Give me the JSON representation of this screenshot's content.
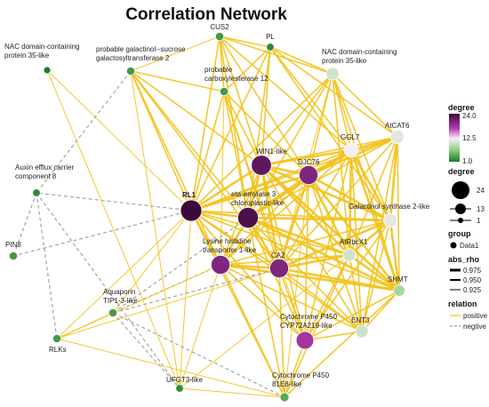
{
  "title": "Correlation Network",
  "nodes": [
    {
      "id": "CUS2",
      "label": "CUS2",
      "degree": 3
    },
    {
      "id": "PL",
      "label": "PL",
      "degree": 2
    },
    {
      "id": "NAC1",
      "label": "NAC domain-containing protein 35-like",
      "degree": 1
    },
    {
      "id": "GOLS",
      "label": "probable galactinol--sucrose galactosyltransferase 2",
      "degree": 3
    },
    {
      "id": "PCE12",
      "label": "probable carboxylesterase 12",
      "degree": 3
    },
    {
      "id": "NAC2",
      "label": "NAC domain-containing protein 35-like",
      "degree": 10
    },
    {
      "id": "ATCAT6",
      "label": "AtCAT6",
      "degree": 11
    },
    {
      "id": "GGL7",
      "label": "GGL7",
      "degree": 12
    },
    {
      "id": "WIN1",
      "label": "WIN1-like",
      "degree": 22
    },
    {
      "id": "DJC76",
      "label": "DJC76",
      "degree": 20
    },
    {
      "id": "AEC8",
      "label": "Auxin efflux carrier component 8",
      "degree": 2
    },
    {
      "id": "RL1",
      "label": "RL1",
      "degree": 24
    },
    {
      "id": "BAM3",
      "label": "eta-amylase 3 chloroplastic-like",
      "degree": 23
    },
    {
      "id": "GALS2",
      "label": "Galactinol synthase 2-like",
      "degree": 11
    },
    {
      "id": "PIN8",
      "label": "PIN8",
      "degree": 3
    },
    {
      "id": "LHT1",
      "label": "Lysine histidine transporter 1-like",
      "degree": 20
    },
    {
      "id": "CA2",
      "label": "CA2",
      "degree": 20
    },
    {
      "id": "ATRBCX1",
      "label": "AtRbcX1",
      "degree": 10
    },
    {
      "id": "SHMT",
      "label": "SHMT",
      "degree": 8
    },
    {
      "id": "TIP13",
      "label": "Aquaporin TIP1-3-like",
      "degree": 3
    },
    {
      "id": "CYP72A219",
      "label": "Cytochrome P450 CYP72A219-like",
      "degree": 18
    },
    {
      "id": "ENT3",
      "label": "ENT3",
      "degree": 10
    },
    {
      "id": "RLKS",
      "label": "RLKs",
      "degree": 3
    },
    {
      "id": "UFGT3",
      "label": "UFGT3-like",
      "degree": 2
    },
    {
      "id": "CYP81E8",
      "label": "Cytochrome P450 81E8-like",
      "degree": 4
    }
  ],
  "edges": [
    {
      "source": "RL1",
      "target": "CUS2",
      "relation": "positive",
      "abs_rho": 0.95
    },
    {
      "source": "RL1",
      "target": "PL",
      "relation": "positive",
      "abs_rho": 0.95
    },
    {
      "source": "RL1",
      "target": "GOLS",
      "relation": "positive",
      "abs_rho": 0.95
    },
    {
      "source": "RL1",
      "target": "PCE12",
      "relation": "positive",
      "abs_rho": 0.95
    },
    {
      "source": "RL1",
      "target": "NAC2",
      "relation": "positive",
      "abs_rho": 0.95
    },
    {
      "source": "RL1",
      "target": "ATCAT6",
      "relation": "positive",
      "abs_rho": 0.95
    },
    {
      "source": "RL1",
      "target": "GGL7",
      "relation": "positive",
      "abs_rho": 0.95
    },
    {
      "source": "RL1",
      "target": "WIN1",
      "relation": "positive",
      "abs_rho": 0.975
    },
    {
      "source": "RL1",
      "target": "DJC76",
      "relation": "positive",
      "abs_rho": 0.975
    },
    {
      "source": "RL1",
      "target": "BAM3",
      "relation": "positive",
      "abs_rho": 0.975
    },
    {
      "source": "RL1",
      "target": "GALS2",
      "relation": "positive",
      "abs_rho": 0.95
    },
    {
      "source": "RL1",
      "target": "LHT1",
      "relation": "positive",
      "abs_rho": 0.975
    },
    {
      "source": "RL1",
      "target": "CA2",
      "relation": "positive",
      "abs_rho": 0.95
    },
    {
      "source": "RL1",
      "target": "ATRBCX1",
      "relation": "positive",
      "abs_rho": 0.95
    },
    {
      "source": "RL1",
      "target": "SHMT",
      "relation": "positive",
      "abs_rho": 0.95
    },
    {
      "source": "RL1",
      "target": "ENT3",
      "relation": "positive",
      "abs_rho": 0.95
    },
    {
      "source": "RL1",
      "target": "CYP72A219",
      "relation": "positive",
      "abs_rho": 0.95
    },
    {
      "source": "RL1",
      "target": "CYP81E8",
      "relation": "positive",
      "abs_rho": 0.95
    },
    {
      "source": "RL1",
      "target": "NAC1",
      "relation": "positive",
      "abs_rho": 0.925
    },
    {
      "source": "RL1",
      "target": "PIN8",
      "relation": "negtive",
      "abs_rho": 0.925
    },
    {
      "source": "RL1",
      "target": "AEC8",
      "relation": "negtive",
      "abs_rho": 0.925
    },
    {
      "source": "RL1",
      "target": "TIP13",
      "relation": "positive",
      "abs_rho": 0.925
    },
    {
      "source": "RL1",
      "target": "UFGT3",
      "relation": "positive",
      "abs_rho": 0.925
    },
    {
      "source": "RL1",
      "target": "RLKS",
      "relation": "positive",
      "abs_rho": 0.925
    },
    {
      "source": "BAM3",
      "target": "CUS2",
      "relation": "positive",
      "abs_rho": 0.95
    },
    {
      "source": "BAM3",
      "target": "PL",
      "relation": "positive",
      "abs_rho": 0.95
    },
    {
      "source": "BAM3",
      "target": "GOLS",
      "relation": "positive",
      "abs_rho": 0.95
    },
    {
      "source": "BAM3",
      "target": "PCE12",
      "relation": "positive",
      "abs_rho": 0.95
    },
    {
      "source": "BAM3",
      "target": "NAC2",
      "relation": "positive",
      "abs_rho": 0.95
    },
    {
      "source": "BAM3",
      "target": "ATCAT6",
      "relation": "positive",
      "abs_rho": 0.95
    },
    {
      "source": "BAM3",
      "target": "GGL7",
      "relation": "positive",
      "abs_rho": 0.975
    },
    {
      "source": "BAM3",
      "target": "WIN1",
      "relation": "positive",
      "abs_rho": 0.975
    },
    {
      "source": "BAM3",
      "target": "DJC76",
      "relation": "positive",
      "abs_rho": 0.975
    },
    {
      "source": "BAM3",
      "target": "GALS2",
      "relation": "positive",
      "abs_rho": 0.975
    },
    {
      "source": "BAM3",
      "target": "LHT1",
      "relation": "positive",
      "abs_rho": 0.975
    },
    {
      "source": "BAM3",
      "target": "CA2",
      "relation": "positive",
      "abs_rho": 0.975
    },
    {
      "source": "BAM3",
      "target": "ATRBCX1",
      "relation": "positive",
      "abs_rho": 0.975
    },
    {
      "source": "BAM3",
      "target": "SHMT",
      "relation": "positive",
      "abs_rho": 0.975
    },
    {
      "source": "BAM3",
      "target": "ENT3",
      "relation": "positive",
      "abs_rho": 0.95
    },
    {
      "source": "BAM3",
      "target": "CYP72A219",
      "relation": "positive",
      "abs_rho": 0.95
    },
    {
      "source": "BAM3",
      "target": "CYP81E8",
      "relation": "positive",
      "abs_rho": 0.95
    },
    {
      "source": "BAM3",
      "target": "TIP13",
      "relation": "negtive",
      "abs_rho": 0.925
    },
    {
      "source": "WIN1",
      "target": "CUS2",
      "relation": "positive",
      "abs_rho": 0.95
    },
    {
      "source": "WIN1",
      "target": "PL",
      "relation": "positive",
      "abs_rho": 0.95
    },
    {
      "source": "WIN1",
      "target": "NAC2",
      "relation": "positive",
      "abs_rho": 0.95
    },
    {
      "source": "WIN1",
      "target": "ATCAT6",
      "relation": "positive",
      "abs_rho": 0.95
    },
    {
      "source": "WIN1",
      "target": "GGL7",
      "relation": "positive",
      "abs_rho": 0.975
    },
    {
      "source": "WIN1",
      "target": "DJC76",
      "relation": "positive",
      "abs_rho": 0.975
    },
    {
      "source": "WIN1",
      "target": "GALS2",
      "relation": "positive",
      "abs_rho": 0.975
    },
    {
      "source": "WIN1",
      "target": "LHT1",
      "relation": "positive",
      "abs_rho": 0.95
    },
    {
      "source": "WIN1",
      "target": "CA2",
      "relation": "positive",
      "abs_rho": 0.975
    },
    {
      "source": "WIN1",
      "target": "ATRBCX1",
      "relation": "positive",
      "abs_rho": 0.975
    },
    {
      "source": "WIN1",
      "target": "SHMT",
      "relation": "positive",
      "abs_rho": 0.975
    },
    {
      "source": "WIN1",
      "target": "ENT3",
      "relation": "positive",
      "abs_rho": 0.95
    },
    {
      "source": "WIN1",
      "target": "CYP72A219",
      "relation": "positive",
      "abs_rho": 0.95
    },
    {
      "source": "DJC76",
      "target": "CUS2",
      "relation": "positive",
      "abs_rho": 0.95
    },
    {
      "source": "DJC76",
      "target": "NAC2",
      "relation": "positive",
      "abs_rho": 0.95
    },
    {
      "source": "DJC76",
      "target": "ATCAT6",
      "relation": "positive",
      "abs_rho": 0.975
    },
    {
      "source": "DJC76",
      "target": "GGL7",
      "relation": "positive",
      "abs_rho": 0.975
    },
    {
      "source": "DJC76",
      "target": "GALS2",
      "relation": "positive",
      "abs_rho": 0.975
    },
    {
      "source": "DJC76",
      "target": "LHT1",
      "relation": "positive",
      "abs_rho": 0.95
    },
    {
      "source": "DJC76",
      "target": "CA2",
      "relation": "positive",
      "abs_rho": 0.975
    },
    {
      "source": "DJC76",
      "target": "ATRBCX1",
      "relation": "positive",
      "abs_rho": 0.975
    },
    {
      "source": "DJC76",
      "target": "SHMT",
      "relation": "positive",
      "abs_rho": 0.975
    },
    {
      "source": "DJC76",
      "target": "ENT3",
      "relation": "positive",
      "abs_rho": 0.95
    },
    {
      "source": "DJC76",
      "target": "CYP72A219",
      "relation": "positive",
      "abs_rho": 0.95
    },
    {
      "source": "DJC76",
      "target": "CYP81E8",
      "relation": "positive",
      "abs_rho": 0.925
    },
    {
      "source": "LHT1",
      "target": "CA2",
      "relation": "positive",
      "abs_rho": 0.975
    },
    {
      "source": "LHT1",
      "target": "ATRBCX1",
      "relation": "positive",
      "abs_rho": 0.95
    },
    {
      "source": "LHT1",
      "target": "SHMT",
      "relation": "positive",
      "abs_rho": 0.975
    },
    {
      "source": "LHT1",
      "target": "ENT3",
      "relation": "positive",
      "abs_rho": 0.95
    },
    {
      "source": "LHT1",
      "target": "CYP72A219",
      "relation": "positive",
      "abs_rho": 0.95
    },
    {
      "source": "LHT1",
      "target": "CYP81E8",
      "relation": "positive",
      "abs_rho": 0.95
    },
    {
      "source": "LHT1",
      "target": "GGL7",
      "relation": "positive",
      "abs_rho": 0.95
    },
    {
      "source": "LHT1",
      "target": "GALS2",
      "relation": "positive",
      "abs_rho": 0.95
    },
    {
      "source": "LHT1",
      "target": "PCE12",
      "relation": "positive",
      "abs_rho": 0.925
    },
    {
      "source": "LHT1",
      "target": "TIP13",
      "relation": "negtive",
      "abs_rho": 0.925
    },
    {
      "source": "LHT1",
      "target": "UFGT3",
      "relation": "positive",
      "abs_rho": 0.925
    },
    {
      "source": "CA2",
      "target": "ATRBCX1",
      "relation": "positive",
      "abs_rho": 0.975
    },
    {
      "source": "CA2",
      "target": "SHMT",
      "relation": "positive",
      "abs_rho": 0.975
    },
    {
      "source": "CA2",
      "target": "ENT3",
      "relation": "positive",
      "abs_rho": 0.95
    },
    {
      "source": "CA2",
      "target": "CYP72A219",
      "relation": "positive",
      "abs_rho": 0.95
    },
    {
      "source": "CA2",
      "target": "CYP81E8",
      "relation": "positive",
      "abs_rho": 0.95
    },
    {
      "source": "CA2",
      "target": "GGL7",
      "relation": "positive",
      "abs_rho": 0.95
    },
    {
      "source": "CA2",
      "target": "GALS2",
      "relation": "positive",
      "abs_rho": 0.975
    },
    {
      "source": "CA2",
      "target": "NAC2",
      "relation": "positive",
      "abs_rho": 0.925
    },
    {
      "source": "CA2",
      "target": "ATCAT6",
      "relation": "positive",
      "abs_rho": 0.95
    },
    {
      "source": "CA2",
      "target": "TIP13",
      "relation": "negtive",
      "abs_rho": 0.925
    },
    {
      "source": "NAC2",
      "target": "ATCAT6",
      "relation": "positive",
      "abs_rho": 0.95
    },
    {
      "source": "NAC2",
      "target": "GGL7",
      "relation": "positive",
      "abs_rho": 0.95
    },
    {
      "source": "NAC2",
      "target": "GALS2",
      "relation": "positive",
      "abs_rho": 0.95
    },
    {
      "source": "NAC2",
      "target": "SHMT",
      "relation": "positive",
      "abs_rho": 0.95
    },
    {
      "source": "NAC2",
      "target": "ATRBCX1",
      "relation": "positive",
      "abs_rho": 0.95
    },
    {
      "source": "ATCAT6",
      "target": "GGL7",
      "relation": "positive",
      "abs_rho": 0.975
    },
    {
      "source": "ATCAT6",
      "target": "GALS2",
      "relation": "positive",
      "abs_rho": 0.975
    },
    {
      "source": "ATCAT6",
      "target": "SHMT",
      "relation": "positive",
      "abs_rho": 0.95
    },
    {
      "source": "ATCAT6",
      "target": "ATRBCX1",
      "relation": "positive",
      "abs_rho": 0.95
    },
    {
      "source": "ATCAT6",
      "target": "ENT3",
      "relation": "positive",
      "abs_rho": 0.95
    },
    {
      "source": "GGL7",
      "target": "GALS2",
      "relation": "positive",
      "abs_rho": 0.975
    },
    {
      "source": "GGL7",
      "target": "SHMT",
      "relation": "positive",
      "abs_rho": 0.975
    },
    {
      "source": "GGL7",
      "target": "ATRBCX1",
      "relation": "positive",
      "abs_rho": 0.975
    },
    {
      "source": "GGL7",
      "target": "ENT3",
      "relation": "positive",
      "abs_rho": 0.95
    },
    {
      "source": "GGL7",
      "target": "CYP72A219",
      "relation": "positive",
      "abs_rho": 0.95
    },
    {
      "source": "GALS2",
      "target": "SHMT",
      "relation": "positive",
      "abs_rho": 0.975
    },
    {
      "source": "GALS2",
      "target": "ATRBCX1",
      "relation": "positive",
      "abs_rho": 0.975
    },
    {
      "source": "GALS2",
      "target": "ENT3",
      "relation": "positive",
      "abs_rho": 0.95
    },
    {
      "source": "GALS2",
      "target": "CYP72A219",
      "relation": "positive",
      "abs_rho": 0.95
    },
    {
      "source": "ATRBCX1",
      "target": "SHMT",
      "relation": "positive",
      "abs_rho": 0.975
    },
    {
      "source": "ATRBCX1",
      "target": "ENT3",
      "relation": "positive",
      "abs_rho": 0.95
    },
    {
      "source": "ATRBCX1",
      "target": "CYP72A219",
      "relation": "positive",
      "abs_rho": 0.95
    },
    {
      "source": "ATRBCX1",
      "target": "CYP81E8",
      "relation": "positive",
      "abs_rho": 0.95
    },
    {
      "source": "SHMT",
      "target": "ENT3",
      "relation": "positive",
      "abs_rho": 0.95
    },
    {
      "source": "SHMT",
      "target": "CYP72A219",
      "relation": "positive",
      "abs_rho": 0.95
    },
    {
      "source": "SHMT",
      "target": "CYP81E8",
      "relation": "positive",
      "abs_rho": 0.95
    },
    {
      "source": "ENT3",
      "target": "CYP72A219",
      "relation": "positive",
      "abs_rho": 0.95
    },
    {
      "source": "CYP72A219",
      "target": "CYP81E8",
      "relation": "positive",
      "abs_rho": 0.95
    },
    {
      "source": "CUS2",
      "target": "PL",
      "relation": "positive",
      "abs_rho": 0.95
    },
    {
      "source": "CUS2",
      "target": "NAC2",
      "relation": "positive",
      "abs_rho": 0.95
    },
    {
      "source": "CUS2",
      "target": "GGL7",
      "relation": "positive",
      "abs_rho": 0.95
    },
    {
      "source": "CUS2",
      "target": "PCE12",
      "relation": "positive",
      "abs_rho": 0.95
    },
    {
      "source": "CUS2",
      "target": "GOLS",
      "relation": "positive",
      "abs_rho": 0.925
    },
    {
      "source": "PL",
      "target": "NAC2",
      "relation": "positive",
      "abs_rho": 0.95
    },
    {
      "source": "PL",
      "target": "GGL7",
      "relation": "positive",
      "abs_rho": 0.95
    },
    {
      "source": "PL",
      "target": "ATCAT6",
      "relation": "positive",
      "abs_rho": 0.95
    },
    {
      "source": "PL",
      "target": "GALS2",
      "relation": "positive",
      "abs_rho": 0.95
    },
    {
      "source": "PL",
      "target": "PCE12",
      "relation": "positive",
      "abs_rho": 0.95
    },
    {
      "source": "GOLS",
      "target": "PCE12",
      "relation": "positive",
      "abs_rho": 0.95
    },
    {
      "source": "GOLS",
      "target": "CA2",
      "relation": "positive",
      "abs_rho": 0.95
    },
    {
      "source": "GOLS",
      "target": "LHT1",
      "relation": "positive",
      "abs_rho": 0.95
    },
    {
      "source": "GOLS",
      "target": "WIN1",
      "relation": "positive",
      "abs_rho": 0.95
    },
    {
      "source": "GOLS",
      "target": "AEC8",
      "relation": "negtive",
      "abs_rho": 0.925
    },
    {
      "source": "GOLS",
      "target": "UFGT3",
      "relation": "positive",
      "abs_rho": 0.925
    },
    {
      "source": "PCE12",
      "target": "CA2",
      "relation": "positive",
      "abs_rho": 0.95
    },
    {
      "source": "PCE12",
      "target": "WIN1",
      "relation": "positive",
      "abs_rho": 0.95
    },
    {
      "source": "PCE12",
      "target": "DJC76",
      "relation": "positive",
      "abs_rho": 0.95
    },
    {
      "source": "PCE12",
      "target": "CYP72A219",
      "relation": "positive",
      "abs_rho": 0.925
    },
    {
      "source": "NAC1",
      "target": "UFGT3",
      "relation": "positive",
      "abs_rho": 0.925
    },
    {
      "source": "AEC8",
      "target": "RLKS",
      "relation": "negtive",
      "abs_rho": 0.925
    },
    {
      "source": "AEC8",
      "target": "UFGT3",
      "relation": "negtive",
      "abs_rho": 0.925
    },
    {
      "source": "AEC8",
      "target": "PIN8",
      "relation": "negtive",
      "abs_rho": 0.925
    },
    {
      "source": "RLKS",
      "target": "LHT1",
      "relation": "positive",
      "abs_rho": 0.925
    },
    {
      "source": "RLKS",
      "target": "CA2",
      "relation": "positive",
      "abs_rho": 0.925
    },
    {
      "source": "RLKS",
      "target": "CYP81E8",
      "relation": "positive",
      "abs_rho": 0.925
    },
    {
      "source": "TIP13",
      "target": "UFGT3",
      "relation": "negtive",
      "abs_rho": 0.925
    },
    {
      "source": "TIP13",
      "target": "RLKS",
      "relation": "positive",
      "abs_rho": 0.925
    },
    {
      "source": "UFGT3",
      "target": "CYP81E8",
      "relation": "positive",
      "abs_rho": 0.925
    },
    {
      "source": "UFGT3",
      "target": "ATRBCX1",
      "relation": "positive",
      "abs_rho": 0.925
    },
    {
      "source": "CYP81E8",
      "target": "TIP13",
      "relation": "negtive",
      "abs_rho": 0.925
    }
  ],
  "legend": {
    "degree_title": "degree",
    "degree_color_ticks": [
      "24.0",
      "12.5",
      "1.0"
    ],
    "degree_size_title": "degree",
    "degree_size_ticks": [
      "24",
      "13",
      "1"
    ],
    "group_title": "group",
    "group_items": [
      "Data1"
    ],
    "abs_rho_title": "abs_rho",
    "abs_rho_ticks": [
      "0.975",
      "0.950",
      "0.925"
    ],
    "relation_title": "relation",
    "relation_items": [
      "positive",
      "negtive"
    ]
  },
  "colors": {
    "positive_edge": "#f2c21b",
    "negative_edge": "#9a9a9a",
    "degree_low": "#1f7a2a",
    "degree_mid": "#f7f2f7",
    "degree_high": "#3b0a3b"
  }
}
